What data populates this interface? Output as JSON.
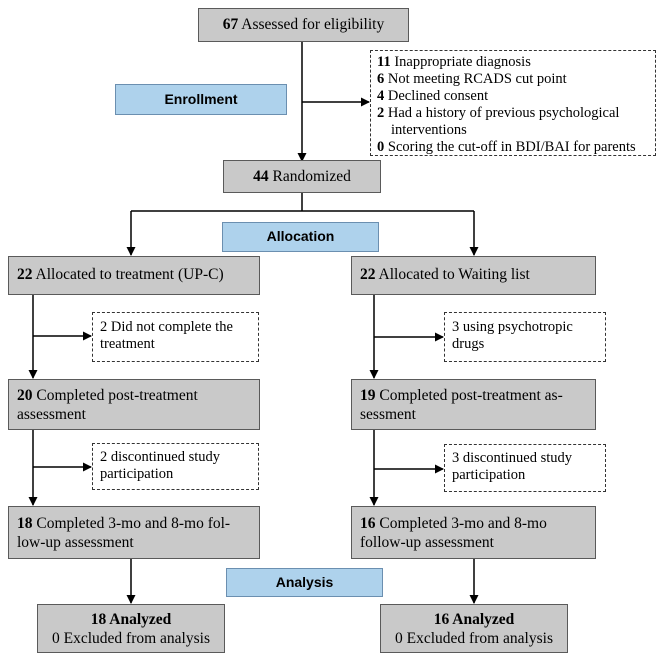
{
  "assessed": {
    "count": "67",
    "text": "Assessed for eligibility"
  },
  "exclusions": [
    {
      "count": "11",
      "text": "Inappropriate diagnosis"
    },
    {
      "count": "6",
      "text": "Not meeting RCADS cut point"
    },
    {
      "count": "4",
      "text": "Declined consent"
    },
    {
      "count": "2",
      "text": "Had a history of previous psychological",
      "cont": "interventions"
    },
    {
      "count": "0",
      "text": "Scoring the cut-off in BDI/BAI for parents"
    }
  ],
  "stages": {
    "enrollment": "Enrollment",
    "allocation": "Allocation",
    "analysis": "Analysis"
  },
  "randomized": {
    "count": "44",
    "text": "Randomized"
  },
  "left": {
    "allocated": {
      "count": "22",
      "text": "Allocated to treatment (UP-C)"
    },
    "dropout1": {
      "line1": "2 Did not complete the",
      "line2": "treatment"
    },
    "post": {
      "count": "20",
      "line1": "Completed post-treatment",
      "line2": "assessment"
    },
    "dropout2": {
      "line1": "2 discontinued study",
      "line2": "participation"
    },
    "followup": {
      "count": "18",
      "line1": "Completed 3-mo and 8-mo fol-",
      "line2": "low-up assessment"
    },
    "analyzed": {
      "title": "18 Analyzed",
      "sub": "0 Excluded from analysis"
    }
  },
  "right": {
    "allocated": {
      "count": "22",
      "text": "Allocated to Waiting list"
    },
    "dropout1": {
      "line1": "3 using psychotropic",
      "line2": "drugs"
    },
    "post": {
      "count": "19",
      "line1": "Completed post-treatment as-",
      "line2": "sessment"
    },
    "dropout2": {
      "line1": "3 discontinued study",
      "line2": "participation"
    },
    "followup": {
      "count": "16",
      "line1": "Completed 3-mo and 8-mo",
      "line2": "follow-up assessment"
    },
    "analyzed": {
      "title": "16 Analyzed",
      "sub": "0 Excluded from analysis"
    }
  }
}
